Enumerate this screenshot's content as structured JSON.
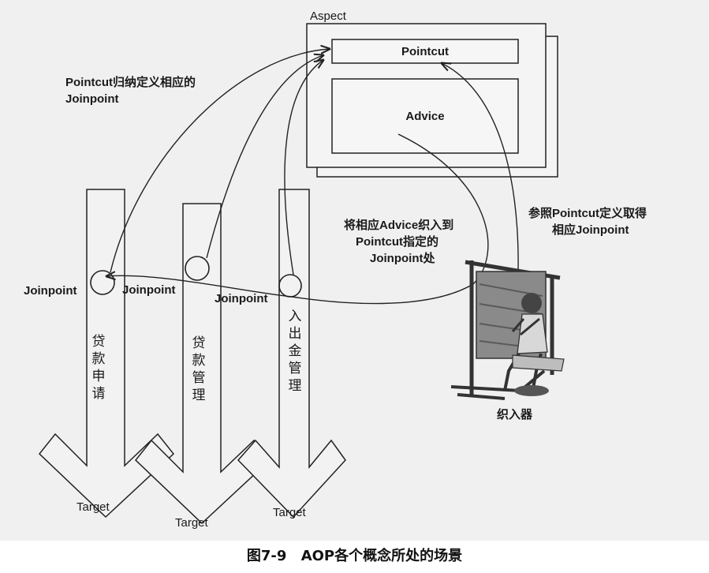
{
  "aspect": {
    "label": "Aspect",
    "pointcut": "Pointcut",
    "advice": "Advice"
  },
  "annotations": {
    "pointcut_define_line1": "Pointcut归纳定义相应的",
    "pointcut_define_line2": "Joinpoint",
    "weave_line1": "将相应Advice织入到",
    "weave_line2": "Pointcut指定的",
    "weave_line3": "Joinpoint处",
    "ref_line1": "参照Pointcut定义取得",
    "ref_line2": "相应Joinpoint"
  },
  "targets": [
    {
      "joinpoint": "Joinpoint",
      "name": "贷款申请",
      "chars": [
        "贷",
        "款",
        "申",
        "请"
      ],
      "label": "Target"
    },
    {
      "joinpoint": "Joinpoint",
      "name": "贷款管理",
      "chars": [
        "贷",
        "款",
        "管",
        "理"
      ],
      "label": "Target"
    },
    {
      "joinpoint": "Joinpoint",
      "name": "入出金管理",
      "chars": [
        "入",
        "出",
        "金",
        "管",
        "理"
      ],
      "label": "Target"
    }
  ],
  "weaver": {
    "label": "织入器"
  },
  "caption": {
    "number": "图7-9",
    "title": "AOP各个概念所处的场景"
  }
}
